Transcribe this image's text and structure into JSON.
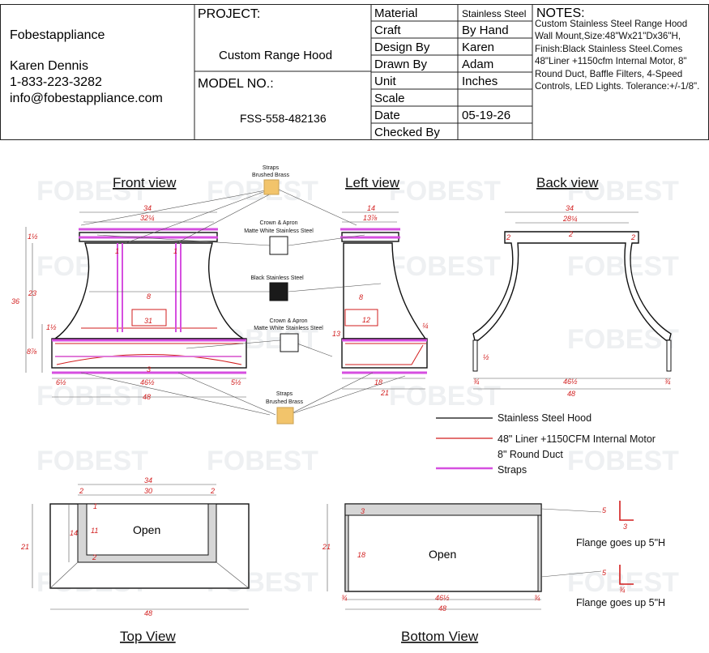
{
  "company": {
    "name": "Fobestappliance",
    "contact": "Karen Dennis",
    "phone": "1-833-223-3282",
    "email": "info@fobestappliance.com"
  },
  "project": {
    "label": "PROJECT:",
    "value": "Custom Range Hood"
  },
  "model": {
    "label": "MODEL NO.:",
    "value": "FSS-558-482136"
  },
  "specs": [
    {
      "label": "Material",
      "value": "Stainless Steel"
    },
    {
      "label": "Craft",
      "value": "By Hand"
    },
    {
      "label": "Design By",
      "value": "Karen"
    },
    {
      "label": "Drawn By",
      "value": "Adam"
    },
    {
      "label": "Unit",
      "value": "Inches"
    },
    {
      "label": "Scale",
      "value": ""
    },
    {
      "label": "Date",
      "value": "05-19-26"
    },
    {
      "label": "Checked By",
      "value": ""
    }
  ],
  "notes": {
    "label": "NOTES:",
    "text": "Custom Stainless Steel Range Hood Wall Mount,Size:48\"Wx21\"Dx36\"H, Finish:Black Stainless Steel.Comes 48\"Liner +1150cfm Internal Motor, 8\" Round Duct, Baffle Filters, 4-Speed Controls, LED Lights. Tolerance:+/-1/8\"."
  },
  "views": {
    "front": "Front view",
    "left": "Left view",
    "back": "Back view",
    "top": "Top View",
    "bottom": "Bottom View"
  },
  "swatches": [
    {
      "l1": "Straps",
      "l2": "Brushed Brass",
      "color": "#f2c46b"
    },
    {
      "l1": "Crown & Apron",
      "l2": "Matte White Stainless Steel",
      "color": "#ffffff"
    },
    {
      "l1": "Black Stainless Steel",
      "l2": "",
      "color": "#1a1a1a"
    },
    {
      "l1": "Crown & Apron",
      "l2": "Matte White Stainless Steel",
      "color": "#ffffff"
    },
    {
      "l1": "Straps",
      "l2": "Brushed Brass",
      "color": "#f2c46b"
    }
  ],
  "legend": [
    {
      "label": "Stainless Steel Hood",
      "color": "#333333"
    },
    {
      "label": "48\" Liner +1150CFM Internal Motor",
      "color": "#d21e1e"
    },
    {
      "label": "8\" Round Duct",
      "color": "#d21e1e"
    },
    {
      "label": "Straps",
      "color": "#d64fe0"
    }
  ],
  "open_label": "Open",
  "flange_note": "Flange goes up 5\"H",
  "watermark": "FOBEST",
  "dims": {
    "front": {
      "w_top": "34",
      "w_inner": "32¼",
      "h_total": "36",
      "h_body": "23",
      "h_crown": "1½",
      "h_band": "1½",
      "h_apron": "8⅞",
      "w_duct": "8",
      "w_liner": "31",
      "h_arch": "3",
      "w_base": "46½",
      "w_bottom": "48",
      "s_left": "6½",
      "s_right": "5½",
      "strap": "1"
    },
    "left": {
      "top": "14",
      "inner": "13⅞",
      "duct": "8",
      "liner": "12",
      "h_side": "13",
      "d1": "18",
      "d2": "21",
      "edge": "¼"
    },
    "back": {
      "top": "34",
      "inner": "28¼",
      "corner": "2",
      "center": "2",
      "side": "½",
      "foot": "¾",
      "base": "46½",
      "bottom": "48"
    },
    "top": {
      "w": "34",
      "inner": "30",
      "edge": "2",
      "h_left": "21",
      "h_mid": "14",
      "h_inner": "11",
      "b1": "1",
      "b2": "2",
      "bottom": "48"
    },
    "bottom": {
      "depth": "21",
      "top_rail": "3",
      "inner": "18",
      "foot": "¾",
      "base": "46½",
      "bottom": "48",
      "fl": "5",
      "fw": "3",
      "fl2": "5",
      "fw2": "¾"
    }
  }
}
